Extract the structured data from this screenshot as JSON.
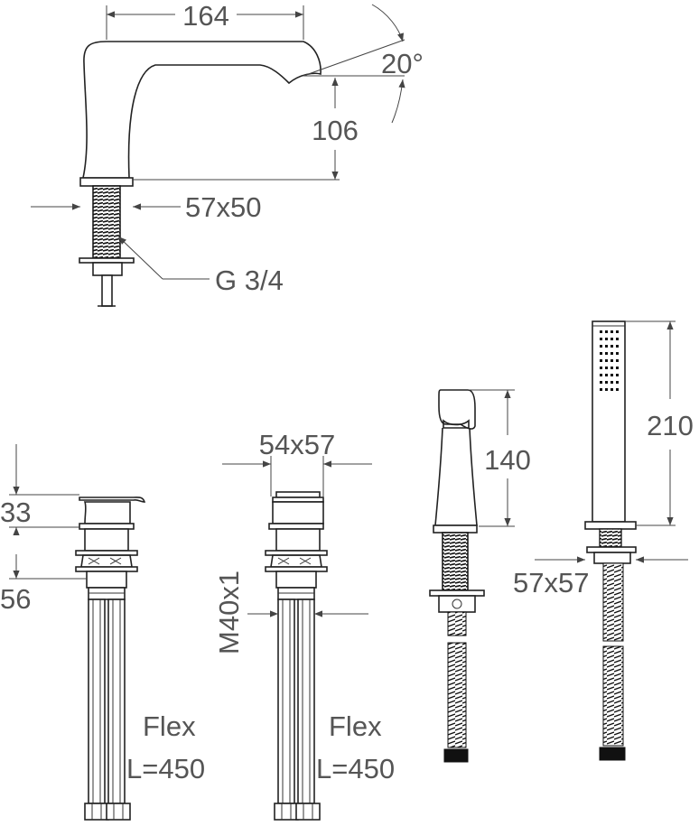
{
  "colors": {
    "line": "#222222",
    "dimension_text": "#555555",
    "background": "#ffffff"
  },
  "spout": {
    "width_dim": "164",
    "angle_dim": "20°",
    "height_dim": "106",
    "base_dim": "57x50",
    "thread_dim": "G 3/4"
  },
  "valves": {
    "height_top": "33",
    "height_bottom": "56",
    "cap_dim": "54x57",
    "thread_dim": "M40x1",
    "left_flex_label": "Flex",
    "left_flex_length": "L=450",
    "right_flex_label": "Flex",
    "right_flex_length": "L=450"
  },
  "diverter": {
    "height_dim": "140"
  },
  "hand_shower": {
    "height_dim": "210",
    "base_dim": "57x57"
  }
}
